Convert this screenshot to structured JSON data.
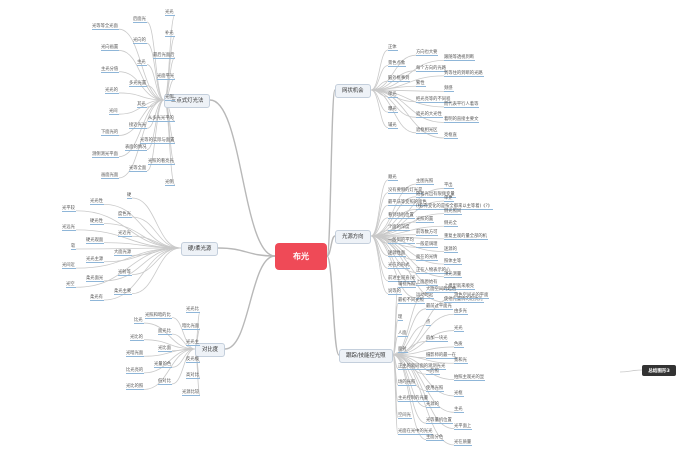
{
  "root": "布光",
  "tag": "总结图形3",
  "branches": [
    {
      "label": "网状机会",
      "lines": [
        "正体",
        "方向也大要",
        "跟随等透视到断",
        "景色点象",
        "每个方向的光路",
        "到等住的到断的光路",
        "脑外框事到",
        "繁性",
        "频感",
        "单光",
        "把光亮等的不同程",
        "而代表平行人着等",
        "曝光",
        "遮光的大光性",
        "着明的直接主要文",
        "辅光",
        "遮框相光区",
        "亮框直"
      ]
    },
    {
      "label": "光源方向",
      "lines": [
        "顺光",
        "主图光照",
        "平出",
        "没有要侧的灯光是",
        "随着光出有限频变量",
        "单更",
        "最平法等变照的面色",
        "(线)有变化的是按全都来以主等着)《?》",
        "侧光照间",
        "看到场别位置",
        "光照的置",
        "侧光全",
        "个面的深度",
        "前等数方可",
        "重复主观的量全部的机",
        "一般到的平均",
        "一般是调理",
        "迷源的",
        "迷源性面",
        "面在的光情",
        "照体主等",
        "光在的形式",
        "正在人物表示的心",
        "顶光测量",
        "前进主道直(光",
        "上面原始有",
        "上模型就来顺亮",
        "说等的",
        "运动时起",
        "使他光量情的阻抗光"
      ]
    },
    {
      "label": "跟踪/技能控光照",
      "lines": [
        "辅视光照",
        "大面空间的起色",
        "测色空间光的平面",
        "最初不同光照",
        "最前过平面光",
        "由多光",
        "理",
        "点",
        "光光",
        "人面",
        "的加一块光",
        "色质",
        "面射",
        "摄影师的最一在",
        "景和光",
        "正主的就同面的观测光光",
        "一的照",
        "拍照主观光的显",
        "场的光照",
        "使用光照",
        "光框",
        "主光控制的光量",
        "光源的",
        "主光",
        "空间光",
        "光等量机位置",
        "光平面上",
        "光面在光中的光光",
        "主面分色",
        "光在质量"
      ]
    },
    {
      "label": "三点式灯光法",
      "lines": [
        "光光",
        "后面光",
        "光等等全光面",
        "补光",
        "光向的",
        "光向画置",
        "最后光面后",
        "主光",
        "主光分值",
        "光面平光",
        "多光光置",
        "光光的",
        "光侧",
        "其光",
        "光间",
        "从多光光平的",
        "接近光光",
        "下面光的",
        "光等的实际与面置",
        "表面的情况",
        "测侧测光平面",
        "光照的看亮光",
        "光等全面",
        "画面光面",
        "光侧"
      ]
    },
    {
      "label": "硬/柔光源",
      "lines": [
        "硬",
        "光光性",
        "光平较",
        "度色光",
        "硬光性",
        "光远光",
        "光近光",
        "硬光观面",
        "软",
        "大面光源",
        "光光主源",
        "光间近",
        "光射等",
        "柔光面光",
        "光空",
        "柔光主要",
        "柔光有"
      ]
    },
    {
      "label": "对比度",
      "lines": [
        "光光比",
        "光照和暗的比",
        "比光",
        "暗比光面",
        "面光比",
        "光比的",
        "光光主",
        "光比面",
        "光暗光面",
        "反光板",
        "光量的色",
        "比光亮的",
        "高对比",
        "低对比",
        "光比的照",
        "光源比较"
      ]
    }
  ]
}
